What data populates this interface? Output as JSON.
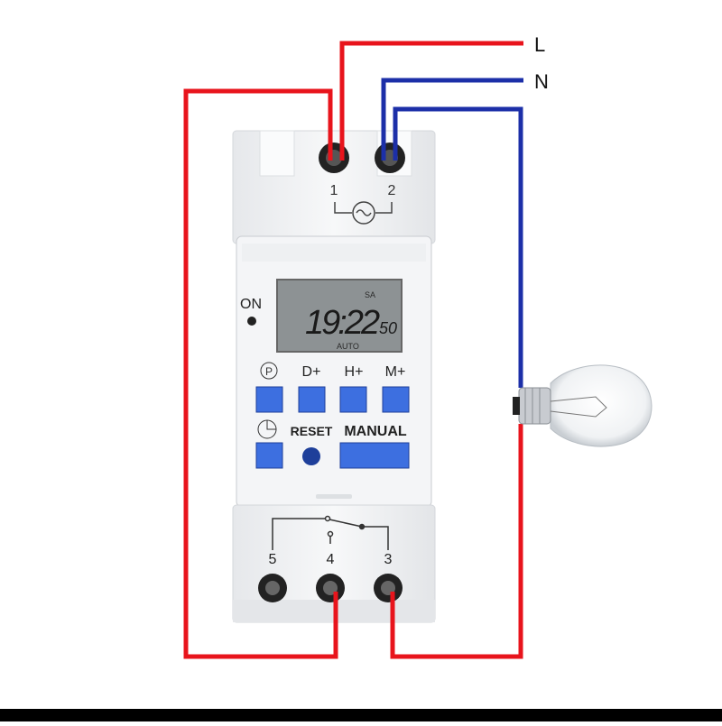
{
  "labels": {
    "line": "L",
    "neutral": "N"
  },
  "terminals": {
    "t1": "1",
    "t2": "2",
    "t3": "3",
    "t4": "4",
    "t5": "5"
  },
  "device": {
    "on_label": "ON",
    "lcd": {
      "day": "SA",
      "time": "19:22",
      "seconds": "50",
      "mode": "AUTO"
    },
    "buttons": {
      "program": "P",
      "day": "D+",
      "hour": "H+",
      "minute": "M+",
      "reset": "RESET",
      "manual": "MANUAL"
    }
  },
  "colors": {
    "live": "#e8141c",
    "neutral": "#1c2fa8",
    "button": "#3d6fe0",
    "body": "#f1f3f5",
    "lcd": "#8d9294"
  }
}
